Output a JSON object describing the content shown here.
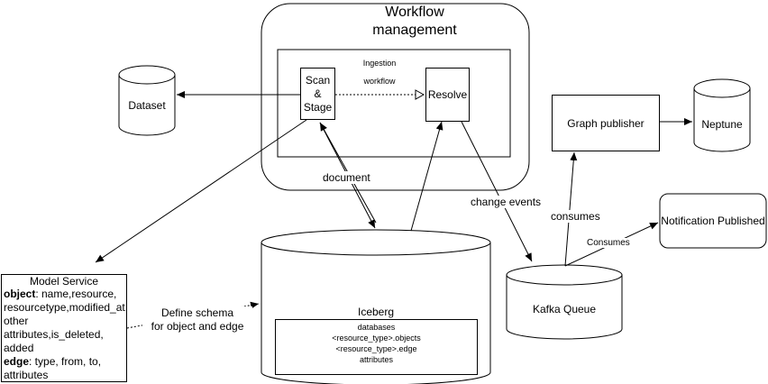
{
  "workflow": {
    "title_line1": "Workflow",
    "title_line2": "management",
    "scan_stage_line1": "Scan",
    "scan_stage_line2": "&",
    "scan_stage_line3": "Stage",
    "ingestion_label_1": "Ingestion",
    "ingestion_label_2": "workflow",
    "resolve": "Resolve"
  },
  "dataset": "Dataset",
  "neptune": "Neptune",
  "graph_publisher": "Graph publisher",
  "notification": "Notification Published",
  "kafka": "Kafka Queue",
  "iceberg": {
    "title": "Iceberg",
    "db_line1": "databases",
    "db_line2": "<resource_type>.objects",
    "db_line3": "<resource_type>.edge",
    "db_line4": "attributes"
  },
  "edge_labels": {
    "document": "document",
    "change_events": "change events",
    "consumes": "consumes",
    "consumes_cap": "Consumes",
    "define_schema_1": "Define schema",
    "define_schema_2": "for object and edge"
  },
  "model_service": {
    "title": "Model Service",
    "object_key": "object",
    "object_rest": ": name,resource,",
    "line2": "resourcetype,modified_at,",
    "line3": "other",
    "line4": "attributes,is_deleted,",
    "line5": "added",
    "edge_key": "edge",
    "edge_rest": ": type, from, to,",
    "line7": "attributes"
  }
}
